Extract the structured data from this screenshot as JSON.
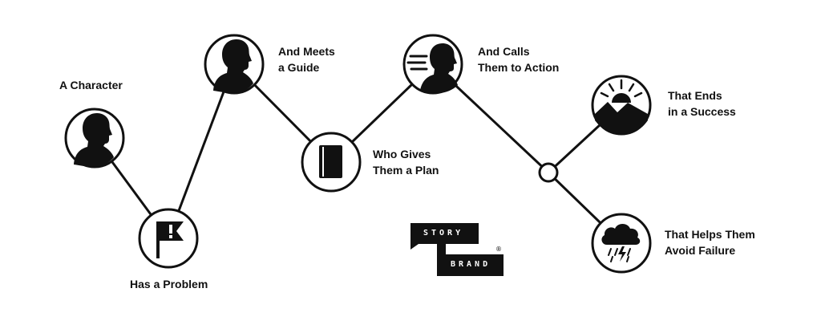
{
  "steps": [
    {
      "line1": "A Character",
      "line2": "",
      "icon": "head-silhouette"
    },
    {
      "line1": "Has a Problem",
      "line2": "",
      "icon": "flag-exclamation"
    },
    {
      "line1": "And Meets",
      "line2": "a Guide",
      "icon": "head-silhouette"
    },
    {
      "line1": "Who Gives",
      "line2": "Them a Plan",
      "icon": "book"
    },
    {
      "line1": "And Calls",
      "line2": "Them to Action",
      "icon": "running-person"
    },
    {
      "line1": "That Ends",
      "line2": "in a Success",
      "icon": "sunrise-mountains"
    },
    {
      "line1": "That Helps Them",
      "line2": "Avoid Failure",
      "icon": "storm-cloud"
    }
  ],
  "logo": {
    "top": "STORY",
    "bottom": "BRAND",
    "mark": "®"
  },
  "colors": {
    "ink": "#111111",
    "background": "#ffffff"
  }
}
